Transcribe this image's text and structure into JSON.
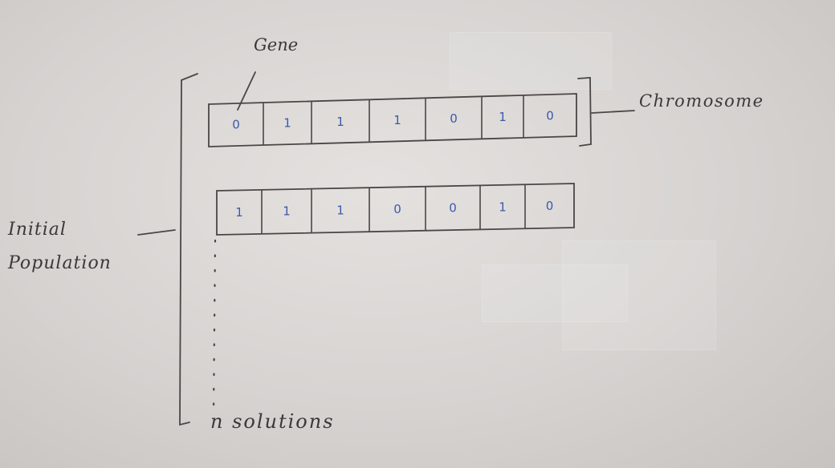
{
  "labels": {
    "gene": "Gene",
    "chromosome": "Chromosome",
    "initial_population_line1": "Initial",
    "initial_population_line2": "Population",
    "n_solutions": "n solutions"
  },
  "population": [
    {
      "genes": [
        "0",
        "1",
        "1",
        "1",
        "0",
        "1",
        "0"
      ]
    },
    {
      "genes": [
        "1",
        "1",
        "1",
        "0",
        "0",
        "1",
        "0"
      ]
    }
  ]
}
